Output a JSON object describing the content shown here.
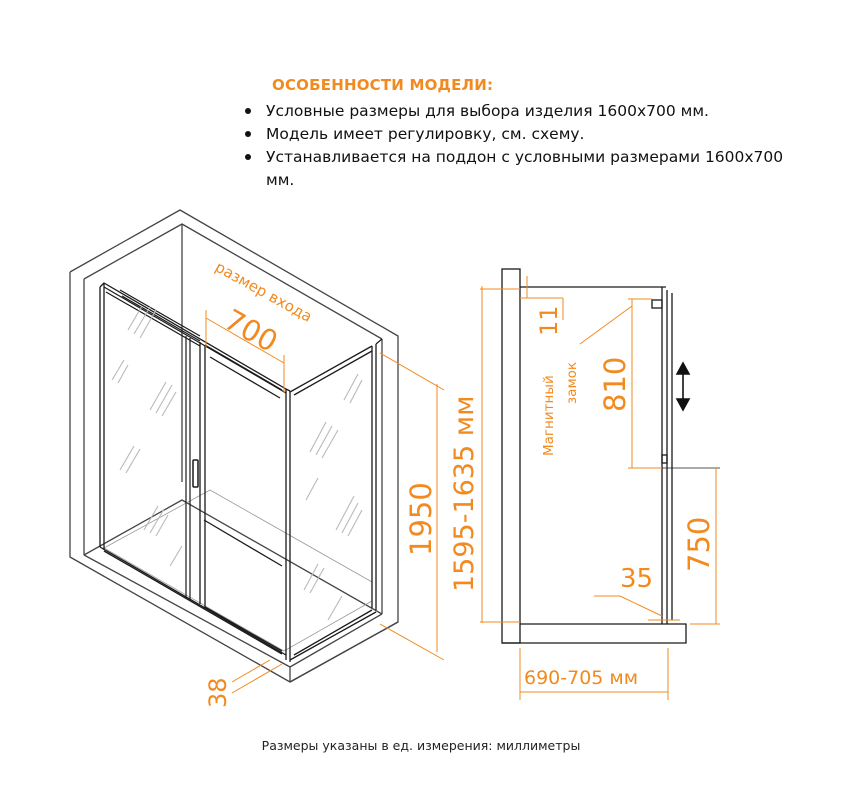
{
  "features": {
    "title": "ОСОБЕННОСТИ МОДЕЛИ:",
    "items": [
      "Условные размеры для выбора изделия 1600х700 мм.",
      "Модель имеет регулировку, см. схему.",
      "Устанавливается на поддон с условными размерами 1600х700 мм."
    ]
  },
  "left_view": {
    "entry_label": "размер входа",
    "entry_width": "700",
    "height": "1950",
    "adjust_range": "1595-1635 мм",
    "profile": "38"
  },
  "side_view": {
    "gap": "11",
    "magnet_label_line1": "Магнитный",
    "magnet_label_line2": "замок",
    "magnet_height": "810",
    "handle_height": "750",
    "offset": "35",
    "depth_range": "690-705 мм"
  },
  "footnote": "Размеры указаны в ед. измерения: миллиметры",
  "colors": {
    "accent": "#f28a1f",
    "line": "#1a1a1a",
    "glass_hatch": "#bbbbbb",
    "room": "#444444"
  }
}
